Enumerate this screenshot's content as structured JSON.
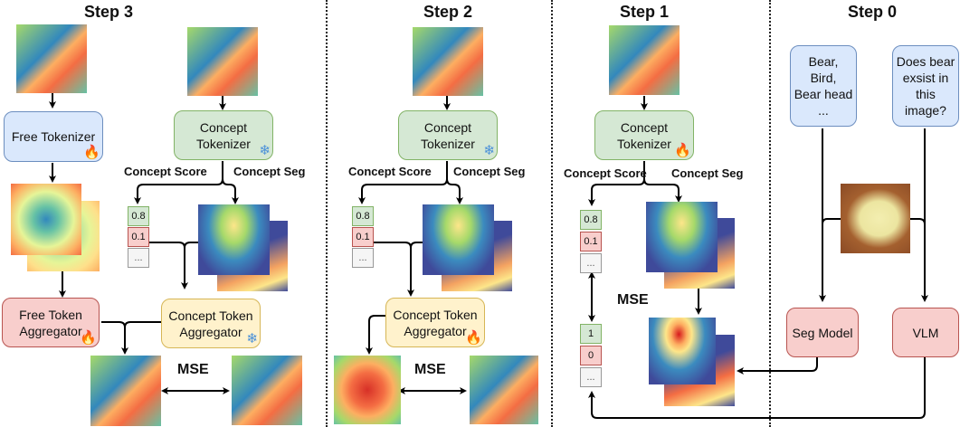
{
  "steps": {
    "step3": {
      "title": "Step 3",
      "free_tokenizer": "Free Tokenizer",
      "concept_tokenizer": [
        "Concept",
        "Tokenizer"
      ],
      "concept_score": "Concept Score",
      "concept_seg": "Concept Seg",
      "scores": [
        "0.8",
        "0.1",
        "..."
      ],
      "free_token_aggregator": [
        "Free Token",
        "Aggregator"
      ],
      "concept_token_aggregator": [
        "Concept Token",
        "Aggregator"
      ],
      "mse": "MSE",
      "icons": {
        "free_tokenizer": "fire-icon",
        "concept_tokenizer": "snowflake-icon",
        "free_token_aggregator": "fire-icon",
        "concept_token_aggregator": "snowflake-icon"
      }
    },
    "step2": {
      "title": "Step 2",
      "concept_tokenizer": [
        "Concept",
        "Tokenizer"
      ],
      "concept_score": "Concept Score",
      "concept_seg": "Concept Seg",
      "scores": [
        "0.8",
        "0.1",
        "..."
      ],
      "concept_token_aggregator": [
        "Concept Token",
        "Aggregator"
      ],
      "mse": "MSE",
      "icons": {
        "concept_tokenizer": "snowflake-icon",
        "concept_token_aggregator": "fire-icon"
      }
    },
    "step1": {
      "title": "Step 1",
      "concept_tokenizer": [
        "Concept",
        "Tokenizer"
      ],
      "concept_score": "Concept Score",
      "concept_seg": "Concept Seg",
      "scores": [
        "0.8",
        "0.1",
        "..."
      ],
      "targets": [
        "1",
        "0",
        "..."
      ],
      "mse": "MSE",
      "icons": {
        "concept_tokenizer": "fire-icon"
      }
    },
    "step0": {
      "title": "Step 0",
      "concepts_box": [
        "Bear,",
        "Bird,",
        "Bear head",
        "..."
      ],
      "question_box": [
        "Does bear",
        "exsist in",
        "this",
        "image?"
      ],
      "seg_model": "Seg Model",
      "vlm": "VLM"
    }
  },
  "icon_glyphs": {
    "fire": "🔥",
    "snow": "❄"
  }
}
